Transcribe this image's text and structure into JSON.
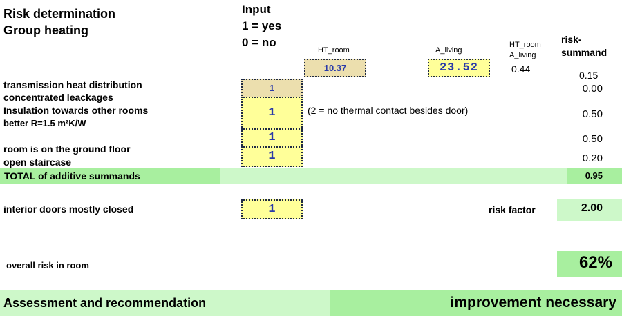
{
  "header": {
    "title_line1": "Risk determination",
    "title_line2": "Group heating",
    "input_line1": "Input",
    "input_line2": "1 = yes",
    "input_line3": "0 = no",
    "ht_room_label": "HT_room",
    "a_living_label": "A_living",
    "ratio_label_top": "HT_room",
    "ratio_label_bottom": "A_living",
    "risk_summand_line1": "risk-",
    "risk_summand_line2": "summand"
  },
  "values": {
    "ht_room": "10.37",
    "a_living": "23.52",
    "ratio": "0.44",
    "ratio_summand": "0.15"
  },
  "rows": [
    {
      "label": "transmission heat distribution",
      "input": "1",
      "summand": "0.00"
    },
    {
      "label": "concentrated leackages",
      "input": "",
      "summand": ""
    },
    {
      "label": "Insulation towards other rooms",
      "input": "1",
      "summand": "0.50",
      "note": "(2 = no thermal contact besides door)"
    },
    {
      "label": "better R=1.5 m²K/W",
      "input": "1",
      "summand": "0.50"
    },
    {
      "label": "room is on the ground floor",
      "input": "1",
      "summand": "0.20"
    },
    {
      "label": "open staircase",
      "input": "",
      "summand": ""
    }
  ],
  "total": {
    "label": "TOTAL of additive summands",
    "value": "0.95"
  },
  "doors": {
    "label": "interior doors mostly closed",
    "input": "1",
    "risk_factor_label": "risk factor",
    "risk_factor": "2.00"
  },
  "overall": {
    "label": "overall risk in room",
    "value": "62%"
  },
  "assessment": {
    "label": "Assessment and recommendation",
    "result": "improvement necessary"
  },
  "colors": {
    "input_yellow": "#ffff99",
    "input_tan": "#ecdfae",
    "green_dark": "#a8ef9f",
    "green_light": "#cdf8c9"
  }
}
